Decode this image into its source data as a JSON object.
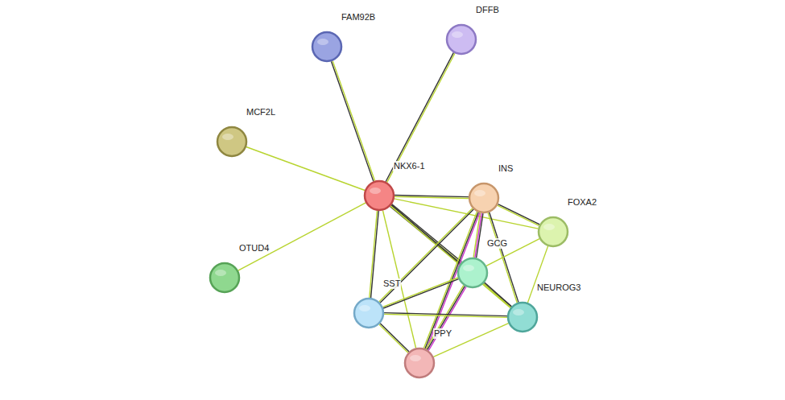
{
  "diagram": {
    "nodes": [
      {
        "text": [
          "FAM92B"
        ]
      },
      {
        "text": [
          "DFFB"
        ]
      },
      {
        "text": [
          "MCF2L"
        ]
      },
      {
        "text": [
          "NKX6-1"
        ]
      },
      {
        "text": [
          "INS"
        ]
      },
      {
        "text": [
          "FOXA2"
        ]
      },
      {
        "text": [
          "GCG"
        ]
      },
      {
        "text": [
          "OTUD4"
        ]
      },
      {
        "text": [
          "SST"
        ]
      },
      {
        "text": [
          "NEUROG3"
        ]
      },
      {
        "text": [
          "PPY"
        ]
      }
    ],
    "edges": [
      {
        "from": 3,
        "to": 0,
        "arrow": "none"
      },
      {
        "from": 3,
        "to": 1,
        "arrow": "none"
      },
      {
        "from": 3,
        "to": 2,
        "arrow": "none"
      },
      {
        "from": 3,
        "to": 7,
        "arrow": "none"
      },
      {
        "from": 3,
        "to": 4,
        "arrow": "none"
      },
      {
        "from": 3,
        "to": 5,
        "arrow": "none"
      },
      {
        "from": 3,
        "to": 6,
        "arrow": "none"
      },
      {
        "from": 3,
        "to": 9,
        "arrow": "none"
      },
      {
        "from": 3,
        "to": 8,
        "arrow": "none"
      },
      {
        "from": 3,
        "to": 10,
        "arrow": "none"
      },
      {
        "from": 4,
        "to": 5,
        "arrow": "none"
      },
      {
        "from": 4,
        "to": 6,
        "arrow": "none"
      },
      {
        "from": 4,
        "to": 8,
        "arrow": "none"
      },
      {
        "from": 4,
        "to": 9,
        "arrow": "none"
      },
      {
        "from": 4,
        "to": 10,
        "arrow": "none"
      },
      {
        "from": 6,
        "to": 5,
        "arrow": "none"
      },
      {
        "from": 6,
        "to": 8,
        "arrow": "none"
      },
      {
        "from": 6,
        "to": 9,
        "arrow": "none"
      },
      {
        "from": 6,
        "to": 10,
        "arrow": "none"
      },
      {
        "from": 5,
        "to": 9,
        "arrow": "none"
      },
      {
        "from": 8,
        "to": 9,
        "arrow": "none"
      },
      {
        "from": 8,
        "to": 10,
        "arrow": "none"
      },
      {
        "from": 10,
        "to": 9,
        "arrow": "none"
      }
    ]
  }
}
